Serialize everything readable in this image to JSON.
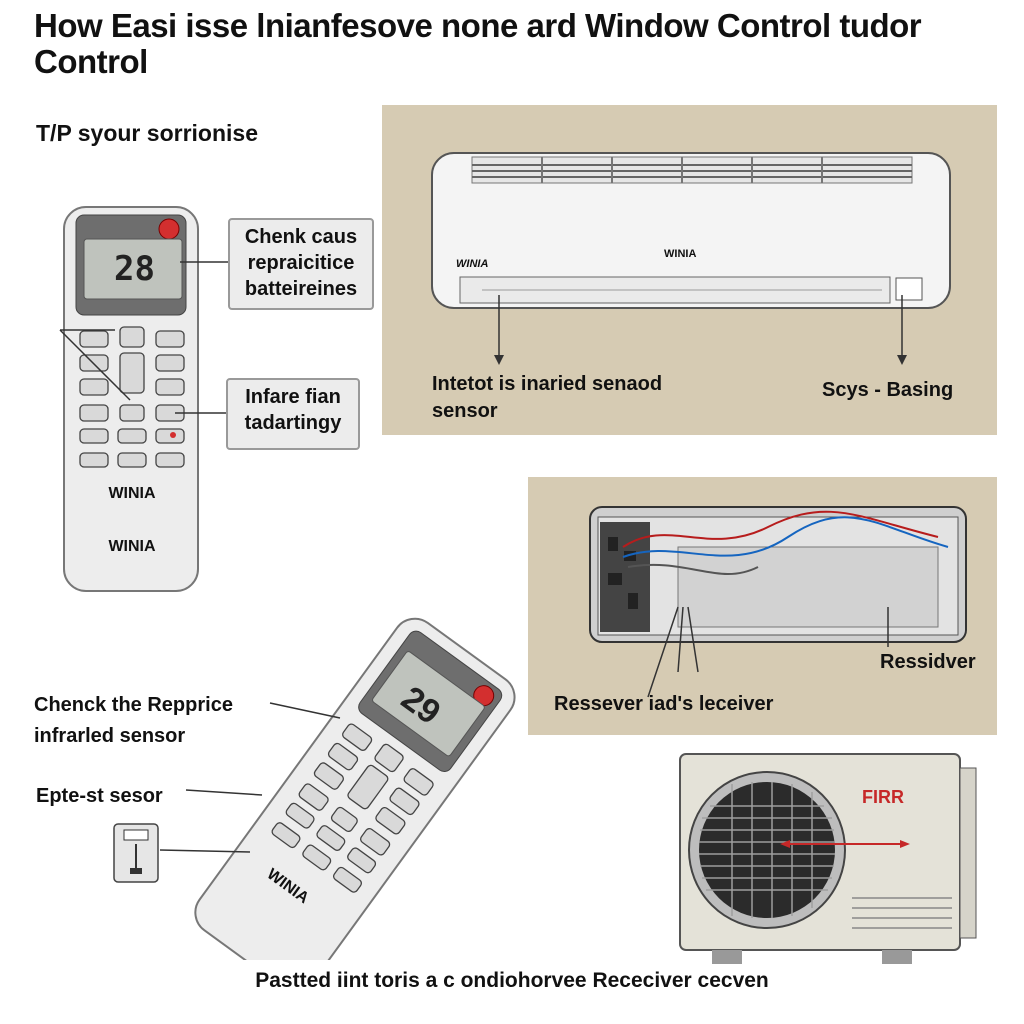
{
  "header": {
    "title": "How Easi isse lnianfesove none ard Window Control tudor Control",
    "subtitle": "T/P syour sorrionise"
  },
  "brand": "WINIA",
  "remote_top": {
    "display_value": "28",
    "callout_battery": "Chenk caus repraicitice batteireines",
    "callout_infrared": "Infare fian tadartingy"
  },
  "indoor_unit": {
    "label_left": "Intetot is inaried senaod sensor",
    "label_right": "Scys - Basing"
  },
  "internal_panel": {
    "label_right": "Ressidver",
    "label_bottom": "Ressever iad's leceiver"
  },
  "remote_bottom": {
    "display_value": "29",
    "label_check": "Chenck the Repprice infrarled sensor",
    "label_sensor": "Epte-st sesor"
  },
  "outdoor_unit": {
    "badge": "FIRR"
  },
  "footer": {
    "caption": "Pastted iint toris a c ondiohorvee Receciver cecven"
  },
  "colors": {
    "panel_bg": "#d6cbb3",
    "power_button": "#d32f2f",
    "badge_red": "#c62828",
    "display_lcd": "#bfc3bd"
  }
}
